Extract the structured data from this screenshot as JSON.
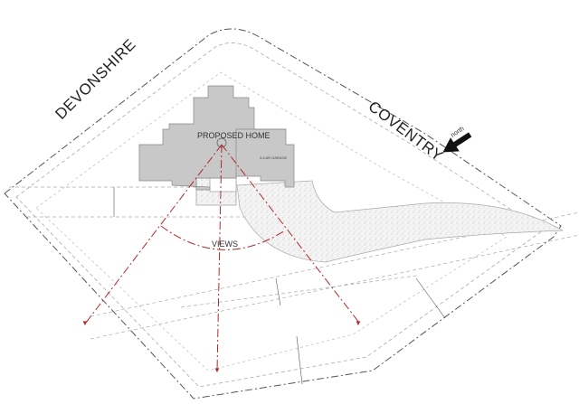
{
  "streets": {
    "left": "DEVONSHIRE",
    "right": "COVENTRY"
  },
  "labels": {
    "home": "PROPOSED HOME",
    "garage": "3-CAR GARAGE",
    "views": "VIEWS"
  },
  "north": {
    "label": "north",
    "icon": "north-arrow-icon"
  },
  "colors": {
    "building": "#c8c8c8",
    "views": "#b22a2a",
    "lines": "#999999"
  }
}
